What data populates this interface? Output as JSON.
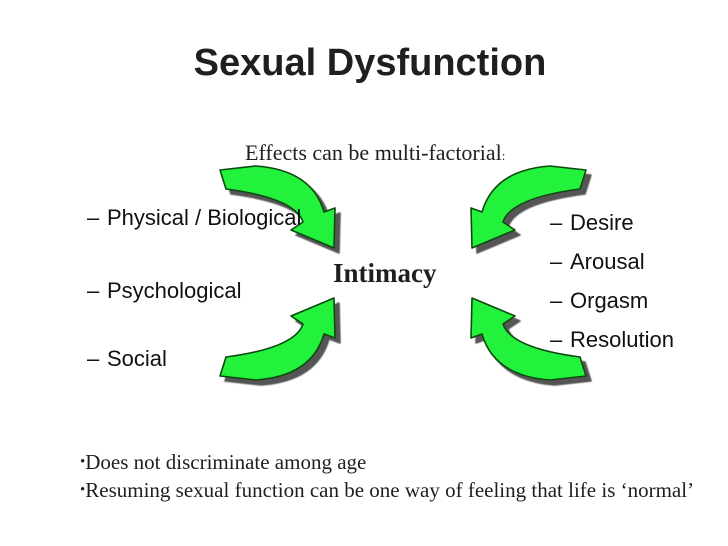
{
  "title": "Sexual Dysfunction",
  "subtitle": "Effects can be multi-factorial",
  "subtitle_colon": ":",
  "center_label": "Intimacy",
  "left_items": [
    "Physical / Biological",
    "Psychological",
    "Social"
  ],
  "right_items": [
    "Desire",
    "Arousal",
    "Orgasm",
    "Resolution"
  ],
  "list_dash": "–",
  "bullets": [
    "Does not discriminate among age",
    "Resuming sexual function can be one way of feeling that life is ‘normal’"
  ],
  "bullet_glyph": "•",
  "arrow_color": "#22f23b"
}
